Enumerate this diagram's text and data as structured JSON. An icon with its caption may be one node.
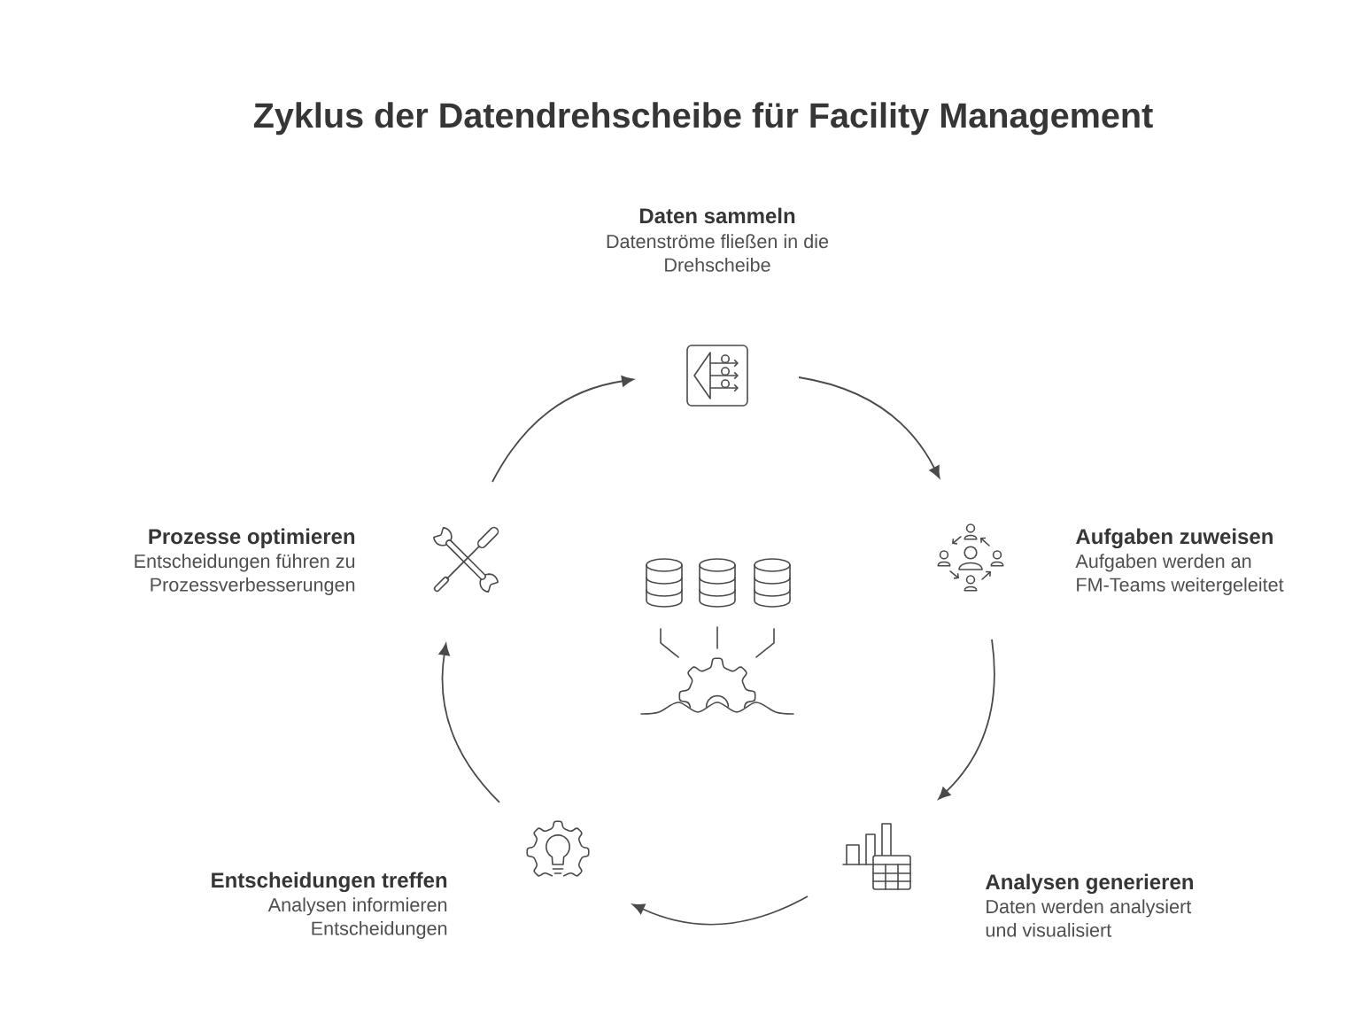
{
  "diagram": {
    "title": "Zyklus der Datendrehscheibe für Facility Management",
    "nodes": [
      {
        "text": [],
        "shape": "picture",
        "beside": [
          "Daten sammeln",
          "Datenströme fließen in die Drehscheibe"
        ]
      },
      {
        "text": [],
        "shape": "picture",
        "beside": [
          "Aufgaben zuweisen",
          "Aufgaben werden an FM-Teams weitergeleitet"
        ]
      },
      {
        "text": [],
        "shape": "picture",
        "beside": [
          "Analysen generieren",
          "Daten werden analysiert und visualisiert"
        ]
      },
      {
        "text": [],
        "shape": "picture",
        "beside": [
          "Entscheidungen treffen",
          "Analysen informieren Entscheidungen"
        ]
      },
      {
        "text": [],
        "shape": "picture",
        "beside": [
          "Prozesse optimieren",
          "Entscheidungen führen zu Prozessverbesserungen"
        ]
      },
      {
        "text": [],
        "shape": "picture"
      }
    ],
    "edges": [
      {
        "from": 0,
        "to": 1,
        "arrow": "to"
      },
      {
        "from": 1,
        "to": 2,
        "arrow": "to"
      },
      {
        "from": 2,
        "to": 3,
        "arrow": "to"
      },
      {
        "from": 3,
        "to": 4,
        "arrow": "to"
      },
      {
        "from": 4,
        "to": 0,
        "arrow": "to"
      }
    ]
  }
}
